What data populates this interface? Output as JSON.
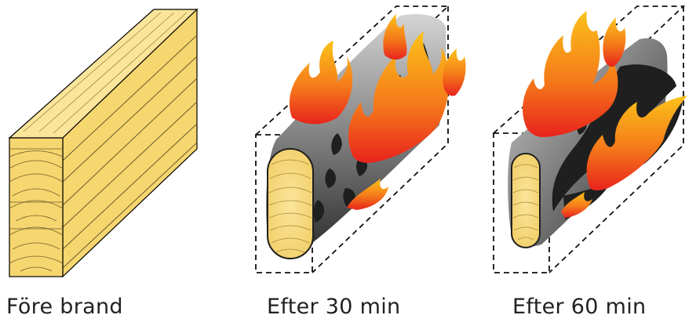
{
  "captions": [
    "Före brand",
    "Efter 30 min",
    "Efter 60 min"
  ],
  "colors": {
    "wood_face": "#F6D66E",
    "wood_top": "#FAE59A",
    "wood_side": "#F2C95A",
    "wood_line": "#000000",
    "char": "#1F1F1F",
    "char_gradient_light": "#D4D4D4",
    "flame_outer": "#E8231C",
    "flame_mid": "#F57A1A",
    "flame_inner": "#FBC21A",
    "dashed_outline": "#111111"
  }
}
